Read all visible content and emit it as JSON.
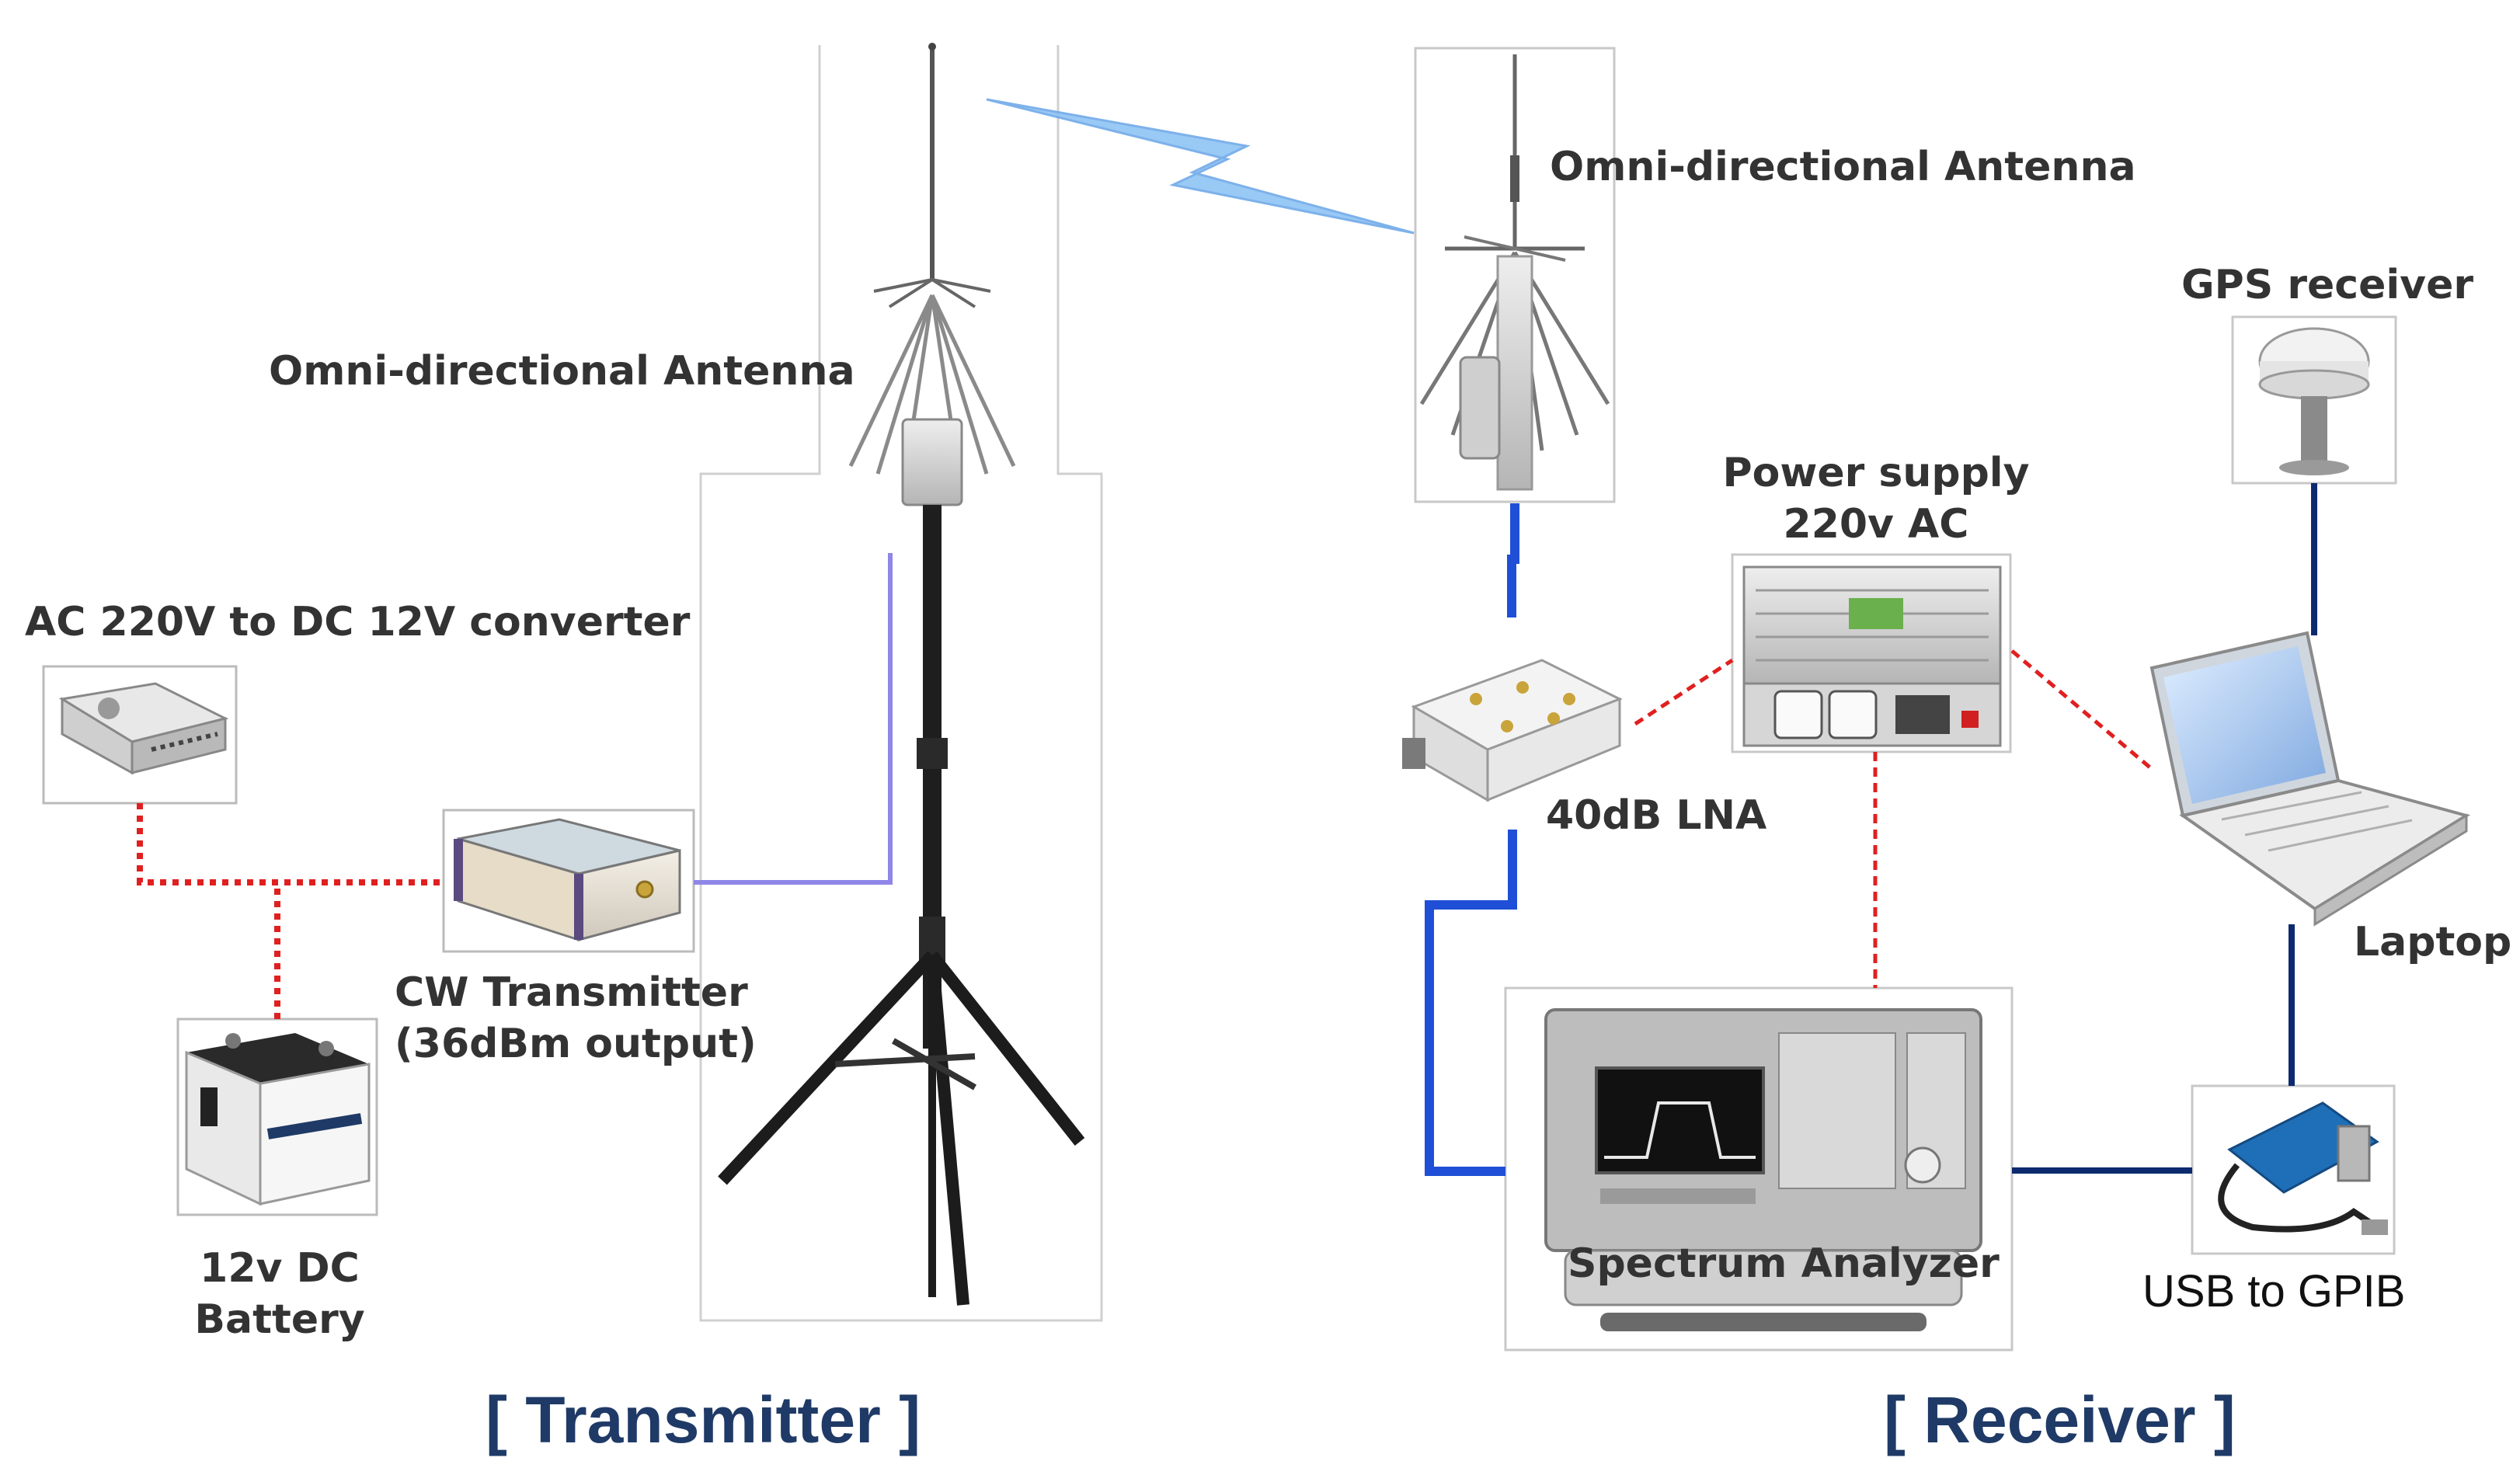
{
  "labels": {
    "tx_antenna": "Omni-directional Antenna",
    "rx_antenna": "Omni-directional Antenna",
    "converter": "AC 220V to DC 12V converter",
    "cw_transmitter_line1": "CW Transmitter",
    "cw_transmitter_line2": "(36dBm output)",
    "battery_line1": "12v DC",
    "battery_line2": "Battery",
    "power_supply_line1": "Power supply",
    "power_supply_line2": "220v AC",
    "lna": "40dB LNA",
    "gps": "GPS receiver",
    "laptop": "Laptop",
    "spectrum_analyzer": "Spectrum Analyzer",
    "usb_gpib": "USB to GPIB",
    "tx_section": "[ Transmitter ]",
    "rx_section": "[ Receiver ]"
  },
  "colors": {
    "power_link": "#e02020",
    "rf_link": "#1f4fd6",
    "data_link": "#0c2a6e",
    "tx_feed": "#8f86e8",
    "wireless_bolt": "#8fc4f5",
    "section_title": "#1f3a66"
  },
  "icons": [
    "tripod-antenna",
    "discone-antenna",
    "power-converter",
    "cw-transmitter",
    "car-battery",
    "inverter",
    "lna-module",
    "gps-puck",
    "laptop",
    "spectrum-analyzer",
    "usb-gpib-adapter",
    "lightning-bolt"
  ]
}
